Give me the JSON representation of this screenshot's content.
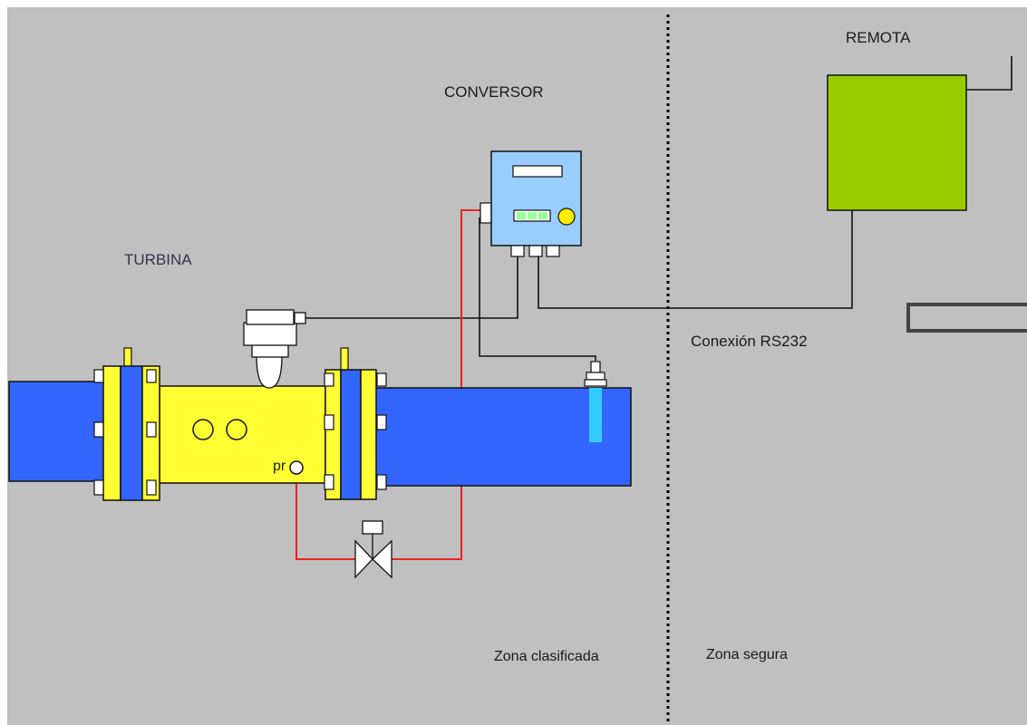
{
  "diagram": {
    "labels": {
      "turbina": "TURBINA",
      "conversor": "CONVERSOR",
      "remota": "REMOTA",
      "conexion": "Conexión RS232",
      "zona_clasificada": "Zona clasificada",
      "zona_segura": "Zona segura",
      "pr": "pr"
    },
    "colors": {
      "background": "#c0c0c0",
      "pipe": "#3366ff",
      "turbine_body": "#ffff33",
      "flange_ring": "#ffff33",
      "converter_box": "#99ccff",
      "remote_unit": "#99cc00",
      "signal_line": "#000000",
      "pressure_line": "#ee2222",
      "thermowell": "#33ccff",
      "zone_divider": "#000000"
    },
    "icons": {
      "valve": "needle-valve-icon",
      "pickup": "pulse-pickup-icon",
      "temperature": "temperature-probe-icon",
      "indicator": "indicator-lamp-icon"
    }
  }
}
